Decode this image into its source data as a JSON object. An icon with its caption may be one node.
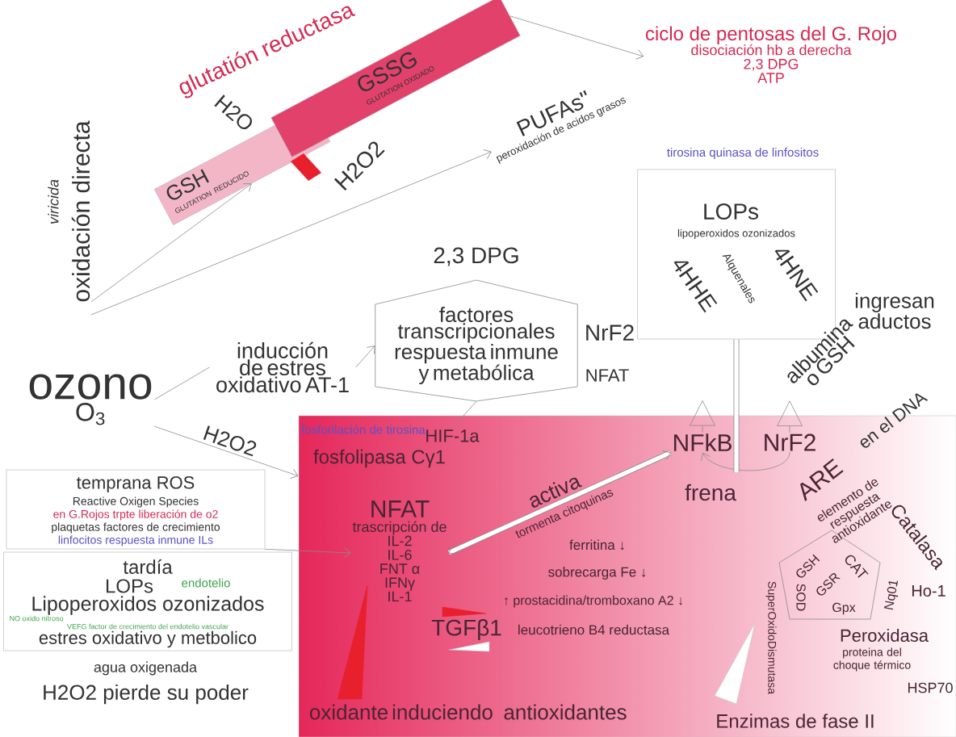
{
  "diagram": {
    "nodes": [
      {
        "text": [
          "ozono",
          "O$_{3}$"
        ]
      },
      {
        "text": [
          "oxidación directa"
        ],
        "beside": [
          "viricida"
        ]
      },
      {
        "text": [
          "GSH",
          "GLUTATION REDUCIDO"
        ]
      },
      {
        "text": [
          "GSSG",
          "GLUTATION OXIDADO"
        ]
      },
      {
        "text": [
          "PUFAs\"",
          "peroxidación de acidos grasos"
        ]
      },
      {
        "text": [
          "ciclo de pentosas del G. Rojo",
          "disociación hb a derecha",
          "2,3 DPG",
          "ATP"
        ]
      },
      {
        "text": [
          "inducción de estres oxidativo AT-1"
        ]
      },
      {
        "text": [
          "2,3 DPG",
          "factores transcripcionales respuesta inmune y metabólica"
        ]
      },
      {
        "text": [
          "LOPs",
          "lipoperoxidos ozonizados",
          "4HHE",
          "Alquenales",
          "4HNE"
        ],
        "beside": [
          "tirosina quinasa de linfositos"
        ]
      },
      {
        "text": [
          "temprana ROS",
          "Reactive Oxigen Species",
          "en G.Rojos trpte liberación de o2",
          "plaquetas factores de crecimiento",
          "linfocitos respuesta inmune ILs"
        ]
      },
      {
        "text": [
          "tardía",
          "LOPs",
          "endotelio",
          "Lipoperoxidos ozonizados",
          "NO oxido nitroso",
          "VEFG factor de crecimiento del endotelio vascular",
          "estres oxidativo y metbolico"
        ]
      },
      {
        "text": [],
        "shape": "box"
      },
      {
        "text": [
          "HIF-1a"
        ],
        "in": 11
      },
      {
        "text": [
          "NFAT",
          "trascripción de",
          "IL-2",
          "IL-6",
          "FNT α",
          "IFNγ",
          "IL-1"
        ],
        "in": 11
      },
      {
        "text": [
          "NFkB"
        ],
        "in": 11
      },
      {
        "text": [
          "NrF2"
        ],
        "in": 11
      },
      {
        "text": [
          "GSH",
          "GSR",
          "CAT",
          "Gpx",
          "SOD"
        ],
        "in": 11
      },
      {
        "text": [],
        "shape": "triangle",
        "in": 11
      },
      {
        "text": [],
        "shape": "triangle",
        "in": 11
      },
      {
        "text": [],
        "shape": "triangle",
        "in": 11
      },
      {
        "text": [],
        "shape": "triangle",
        "in": 11
      }
    ],
    "edges": [
      {
        "from": 1,
        "to": 2,
        "arrow": "to"
      },
      {
        "from": 1,
        "to": 4,
        "arrow": "to"
      },
      {
        "from": 3,
        "to": 5,
        "arrow": "to"
      },
      {
        "from": 0,
        "to": 6,
        "arrow": "none"
      },
      {
        "from": 6,
        "to": 7,
        "arrow": "to"
      },
      {
        "from": 0,
        "to": 11,
        "arrow": "to",
        "label": "H2O2"
      },
      {
        "from": 9,
        "to": 13,
        "arrow": "to"
      },
      {
        "from": 7,
        "to": 12,
        "arrow": "none"
      },
      {
        "from": 14,
        "to": 13,
        "arrow": "both",
        "label": "activa",
        "style": "thick"
      },
      {
        "from": 15,
        "to": 14,
        "arrow": "to",
        "label": "frena"
      },
      {
        "from": 8,
        "to": null,
        "arrow": "none",
        "style": "thick"
      },
      {
        "from": 14,
        "to": null,
        "arrow": "to"
      },
      {
        "from": 15,
        "to": null,
        "arrow": "to"
      }
    ],
    "labels": [
      "glutatión reductasa",
      "H2O",
      "H2O2",
      "NrF2",
      "ingresan aductos",
      "albumina o GSH",
      "NFAT",
      "fosforilación de tirosina",
      "fosfolipasa Cγ1",
      "tormenta citoquinas",
      "en el DNA",
      "ARE",
      "elemento de respuesta antioxidante",
      "ferritina ↓",
      "sobrecarga Fe ↓",
      "↑ prostacidina/tromboxano A2 ↓",
      "leucotrieno B4 reductasa",
      "TGFβ1",
      "Catalasa",
      "SuperOxidoDismutasa",
      "Ho-1",
      "Nq01",
      "Peroxidasa",
      "proteina del choque térmico",
      "HSP70",
      "oxidante",
      "induciendo",
      "antioxidantes",
      "Enzimas de fase II",
      "agua oxigenada",
      "H2O2 pierde su poder"
    ]
  }
}
